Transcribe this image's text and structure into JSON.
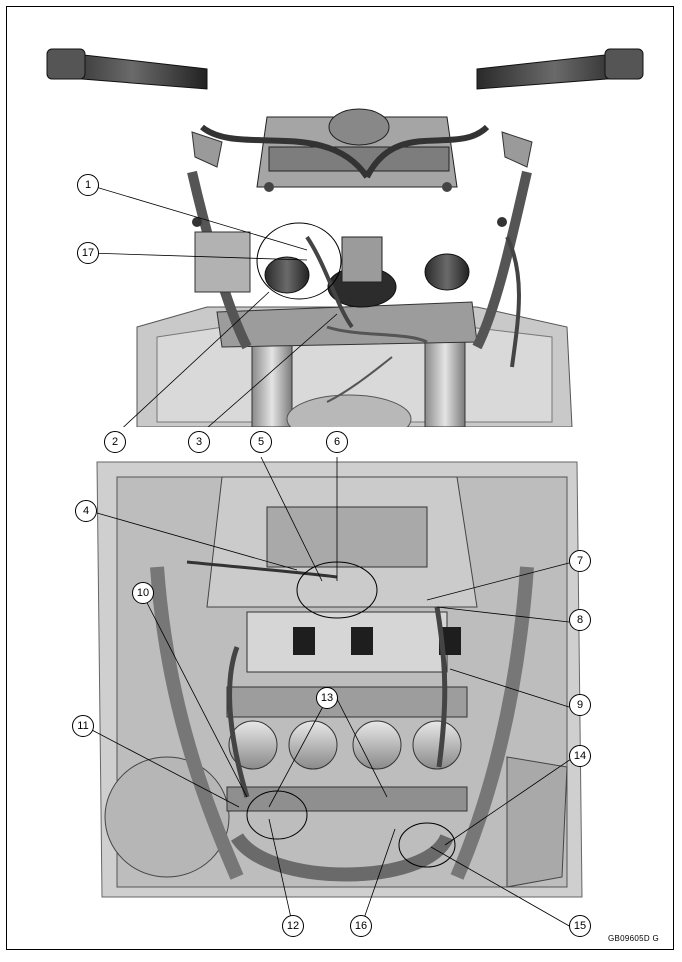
{
  "callouts": {
    "c1": "1",
    "c2": "2",
    "c3": "3",
    "c4": "4",
    "c5": "5",
    "c6": "6",
    "c7": "7",
    "c8": "8",
    "c9": "9",
    "c10": "10",
    "c11": "11",
    "c12": "12",
    "c13": "13",
    "c14": "14",
    "c15": "15",
    "c16": "16",
    "c17": "17"
  },
  "figure_code": "GB09605D  G"
}
